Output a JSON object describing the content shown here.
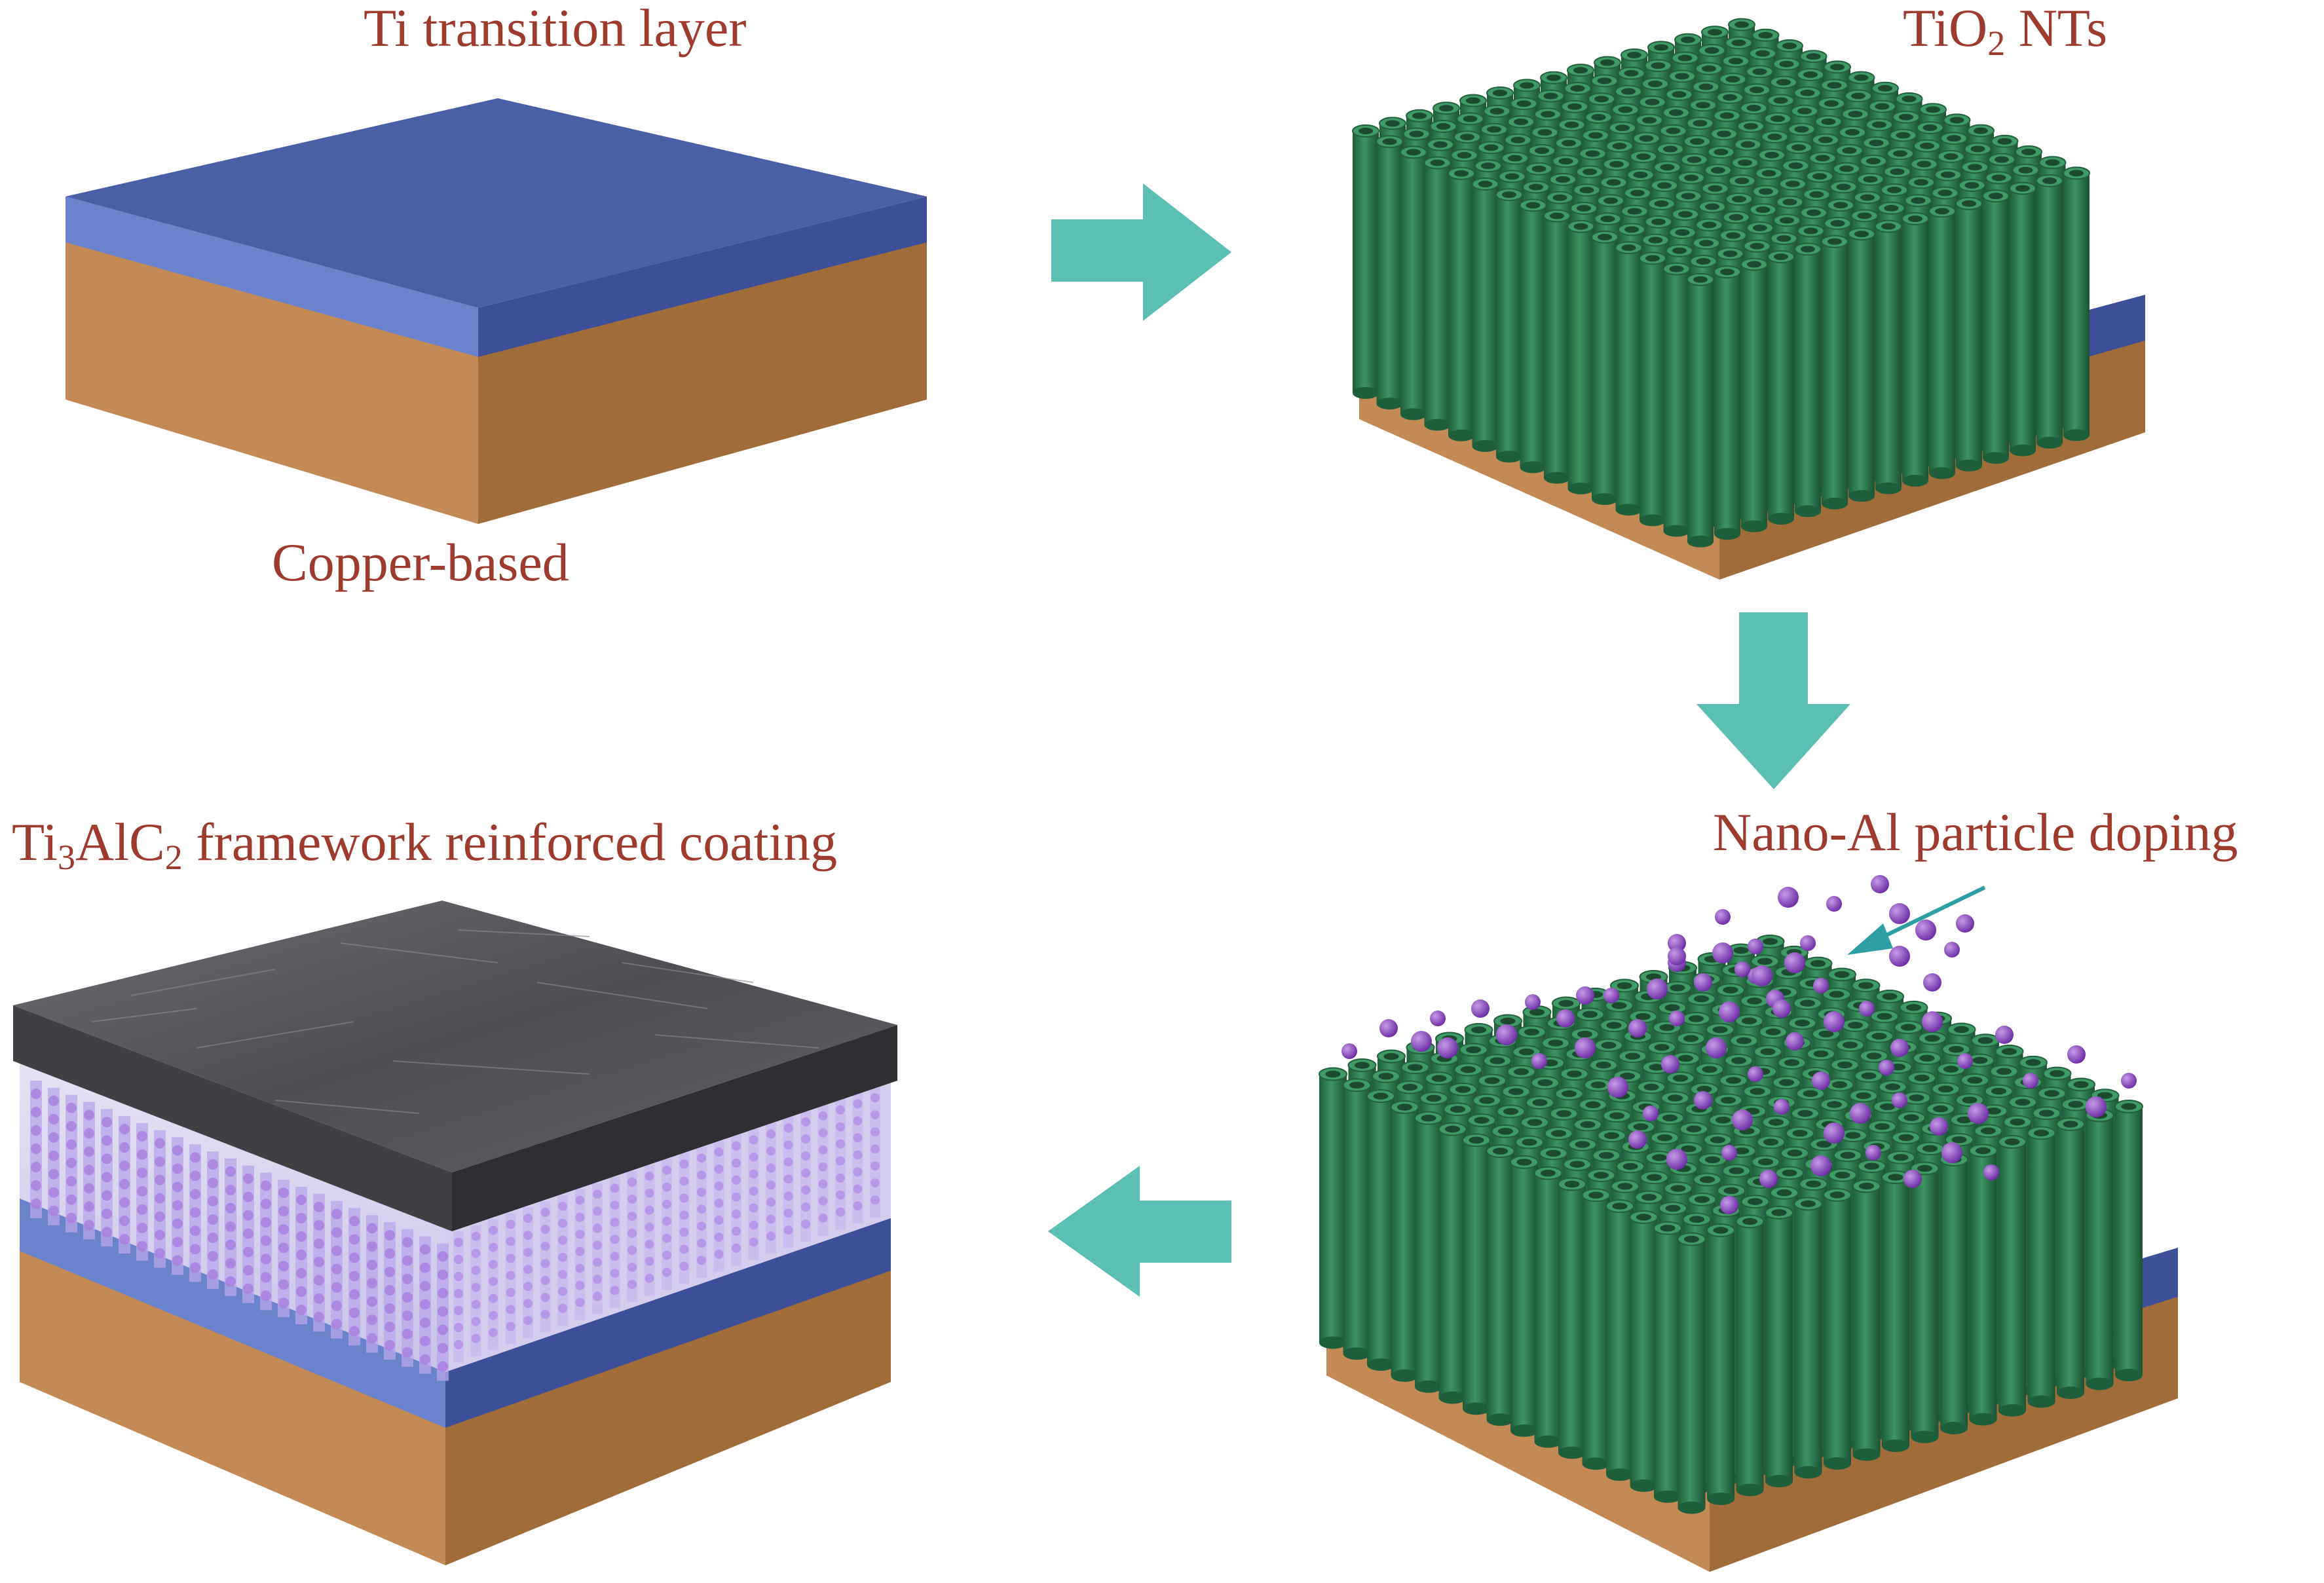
{
  "labels": {
    "ti_layer": "Ti transition layer",
    "copper": "Copper-based",
    "tio2_main": "TiO",
    "tio2_sub": "2",
    "tio2_rest": " NTs",
    "nano_al": "Nano-Al particle doping",
    "ti3_a": "Ti",
    "ti3_sub1": "3",
    "ti3_b": "AlC",
    "ti3_sub2": "2",
    "ti3_rest": " framework reinforced coating"
  },
  "colors": {
    "label_text": "#9e3a2e",
    "flow_arrow": "#5bbfb3",
    "pointer_arrow": "#2d9fa3",
    "copper_side": "#b07a44",
    "copper_front": "#c38a55",
    "ti_top": "#4b5fa7",
    "ti_front": "#6a83cc",
    "ti_side": "#3d4f98",
    "nanotube": "#2e7d4f",
    "nanotube_top": "#3f9a65",
    "al_particle": "#8a45c0",
    "coating_top": "#5a5a5e",
    "coating_side": "#3f3f44"
  },
  "icons": {
    "flow_arrow": "block-arrow-icon",
    "pointer_arrow": "thin-arrow-icon"
  }
}
